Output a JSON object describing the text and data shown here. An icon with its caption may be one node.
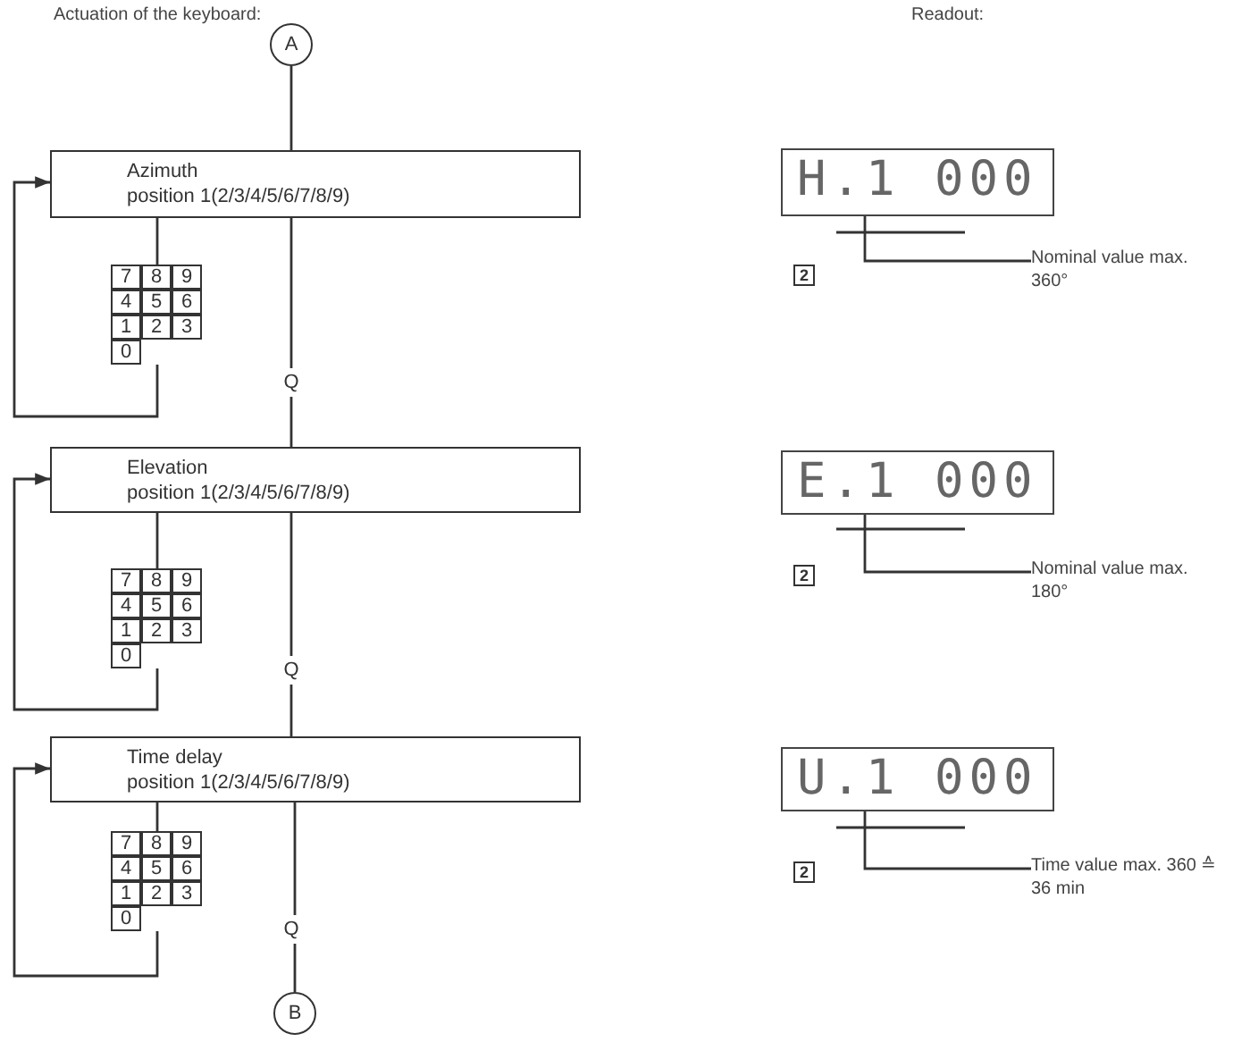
{
  "diagram": {
    "nodes": [
      {
        "text": [
          "A"
        ]
      },
      {
        "text": [
          "Azimuth",
          "position 1(2/3/4/5/6/7/8/9)"
        ]
      },
      {
        "text": [
          "7",
          "8",
          "9",
          "4",
          "5",
          "6",
          "1",
          "2",
          "3",
          "0"
        ]
      },
      {
        "text": [
          "Q"
        ]
      },
      {
        "text": [
          "Elevation",
          "position 1(2/3/4/5/6/7/8/9)"
        ]
      },
      {
        "text": [
          "7",
          "8",
          "9",
          "4",
          "5",
          "6",
          "1",
          "2",
          "3",
          "0"
        ]
      },
      {
        "text": [
          "Q"
        ]
      },
      {
        "text": [
          "Time delay",
          "position 1(2/3/4/5/6/7/8/9)"
        ]
      },
      {
        "text": [
          "7",
          "8",
          "9",
          "4",
          "5",
          "6",
          "1",
          "2",
          "3",
          "0"
        ]
      },
      {
        "text": [
          "Q"
        ]
      },
      {
        "text": [
          "B"
        ]
      },
      {
        "text": [
          "H.1 000"
        ]
      },
      {
        "text": [
          "2"
        ]
      },
      {
        "text": [
          "Nominal value max. 360°"
        ]
      },
      {
        "text": [
          "E.1 000"
        ]
      },
      {
        "text": [
          "2"
        ]
      },
      {
        "text": [
          "Nominal value max. 180°"
        ]
      },
      {
        "text": [
          "U.1 000"
        ]
      },
      {
        "text": [
          "2"
        ]
      },
      {
        "text": [
          "Time value max. 360 ≙ 36 min"
        ]
      }
    ],
    "edges": [
      {
        "from": 0,
        "to": 1,
        "arrow": "none"
      },
      {
        "from": 1,
        "to": 2,
        "arrow": "none"
      },
      {
        "from": 2,
        "to": 1,
        "arrow": "to"
      },
      {
        "from": 1,
        "to": 3,
        "arrow": "none"
      },
      {
        "from": 3,
        "to": 4,
        "arrow": "none"
      },
      {
        "from": 4,
        "to": 5,
        "arrow": "none"
      },
      {
        "from": 5,
        "to": 4,
        "arrow": "to"
      },
      {
        "from": 4,
        "to": 6,
        "arrow": "none"
      },
      {
        "from": 6,
        "to": 7,
        "arrow": "none"
      },
      {
        "from": 7,
        "to": 8,
        "arrow": "none"
      },
      {
        "from": 8,
        "to": 7,
        "arrow": "to"
      },
      {
        "from": 7,
        "to": 9,
        "arrow": "none"
      },
      {
        "from": 9,
        "to": 10,
        "arrow": "none"
      },
      {
        "from": 13,
        "to": 11,
        "arrow": "none"
      },
      {
        "from": 16,
        "to": 14,
        "arrow": "none"
      },
      {
        "from": 19,
        "to": 17,
        "arrow": "none"
      }
    ],
    "labels": [
      "Actuation of the keyboard:",
      "Readout:"
    ]
  }
}
